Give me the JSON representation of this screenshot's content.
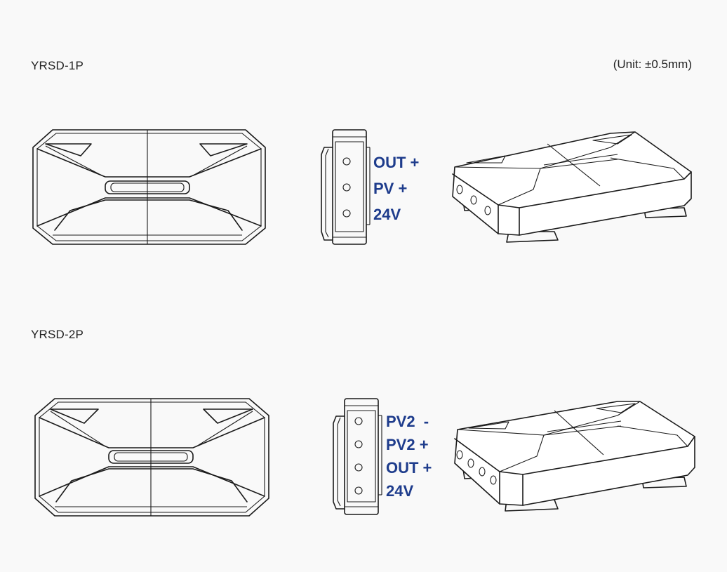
{
  "unit_note": "(Unit: ±0.5mm)",
  "colors": {
    "label_blue": "#1e3c8c",
    "line": "#1a1a1a",
    "background": "#f9f9f9"
  },
  "models": [
    {
      "name": "YRSD-1P",
      "pins": [
        "OUT +",
        "PV +",
        "24V"
      ]
    },
    {
      "name": "YRSD-2P",
      "pins": [
        "PV2  -",
        "PV2 +",
        "OUT +",
        "24V"
      ]
    }
  ]
}
